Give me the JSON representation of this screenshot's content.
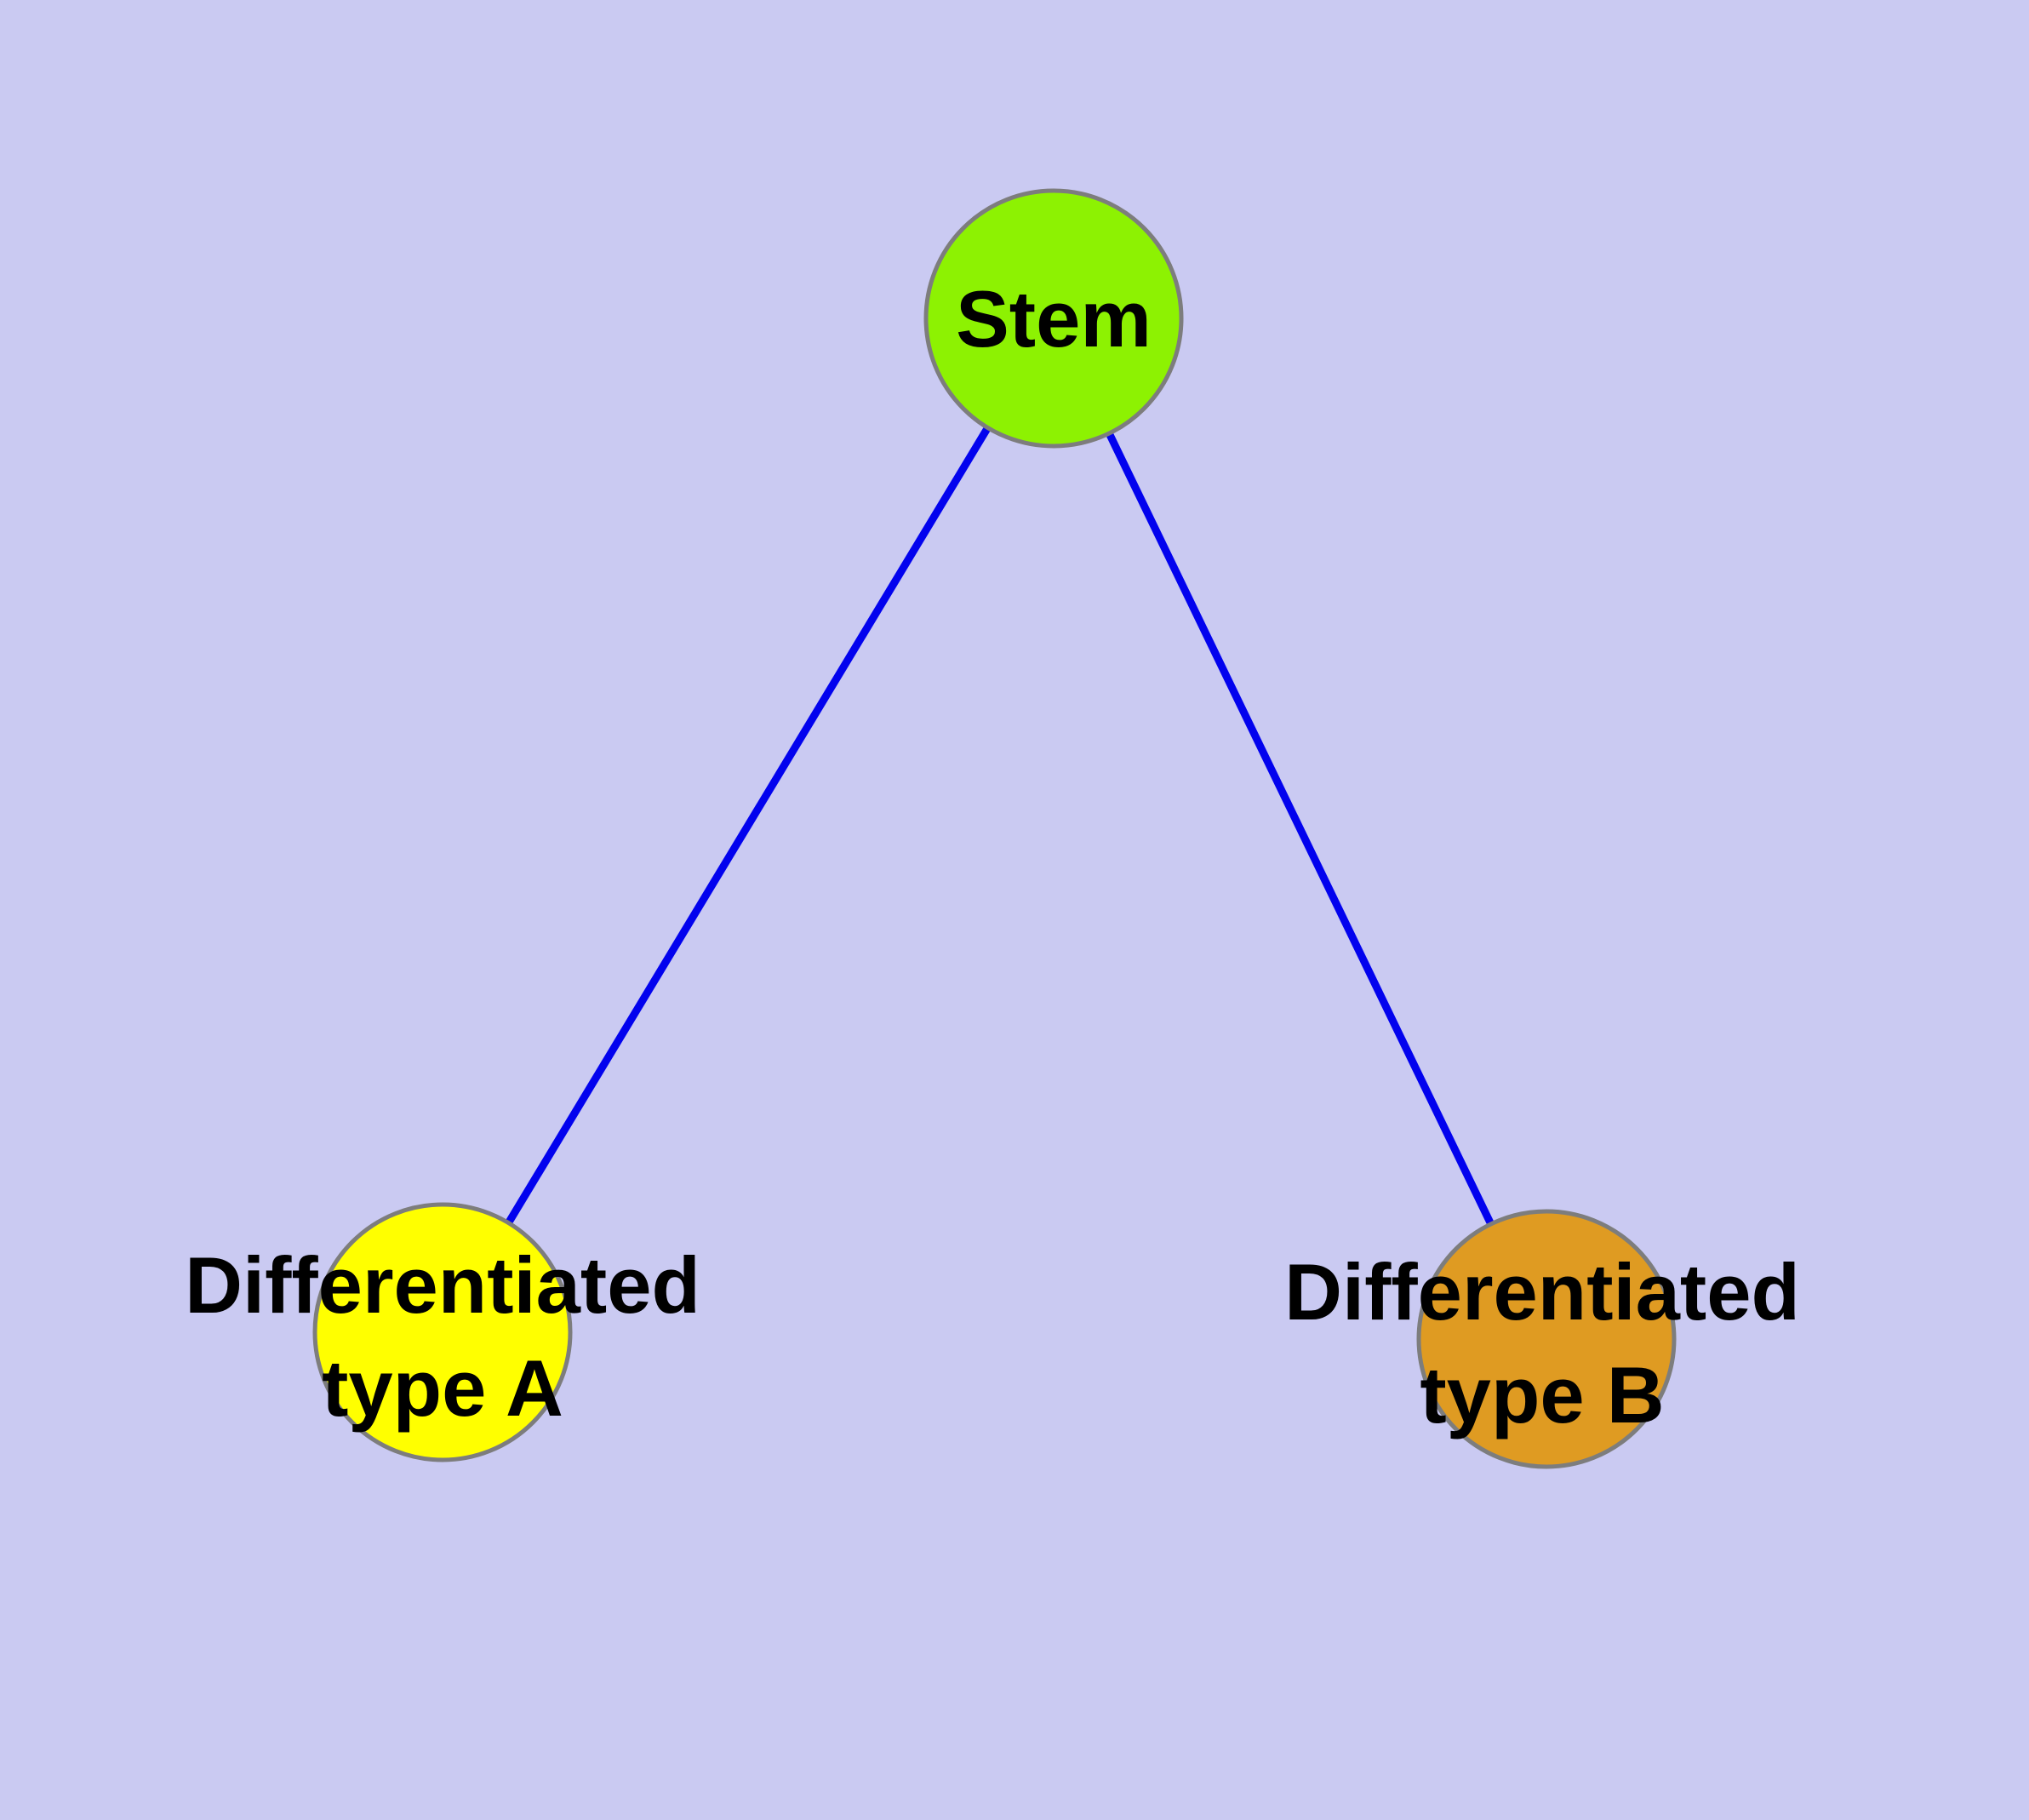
{
  "diagram": {
    "type": "node-link-graph",
    "colors": {
      "background": "#cacaf2",
      "edge": "#0202ee",
      "node-border": "#7d7d7d",
      "node-stem-fill": "#8df202",
      "node-type-a-fill": "#ffff00",
      "node-type-b-fill": "#df9b22",
      "label-text": "#000000"
    },
    "nodes": {
      "stem": {
        "label": "Stem"
      },
      "type_a": {
        "label_line1": "Differentiated",
        "label_line2": "type A"
      },
      "type_b": {
        "label_line1": "Differentiated",
        "label_line2": "type B"
      }
    },
    "edges": [
      {
        "from": "Stem",
        "to": "Differentiated type A"
      },
      {
        "from": "Stem",
        "to": "Differentiated type B"
      }
    ]
  }
}
